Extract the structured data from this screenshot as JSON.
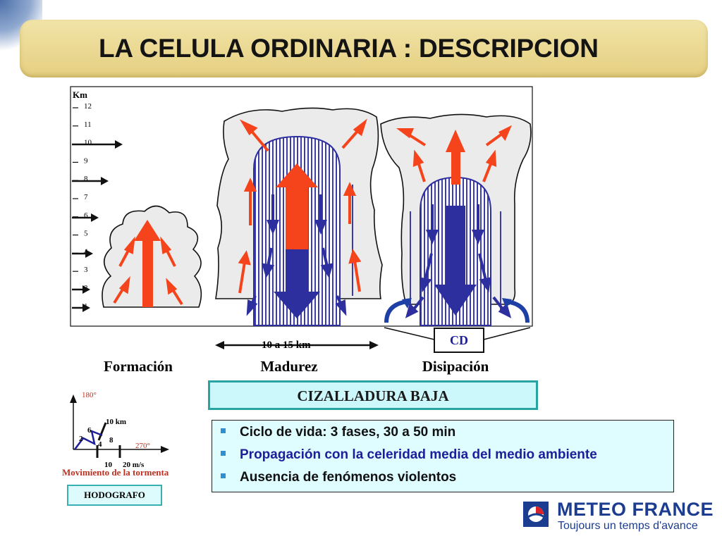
{
  "title": "LA CELULA ORDINARIA : DESCRIPCION",
  "altitude": {
    "unit": "Km",
    "ticks": [
      "12",
      "11",
      "10",
      "9",
      "8",
      "7",
      "6",
      "5",
      "4",
      "3",
      "2",
      "1"
    ]
  },
  "width_label": "10 a 15 km",
  "cd_label": "CD",
  "phases": [
    "Formación",
    "Madurez",
    "Disipación"
  ],
  "shear_label": "CIZALLADURA BAJA",
  "bullets": [
    "Ciclo de vida: 3 fases, 30 a 50 min",
    "Propagación con la celeridad media del medio ambiente",
    "Ausencia de fenómenos violentos"
  ],
  "hodograph": {
    "north_label": "180°",
    "east_label": "270°",
    "scale_label": "10 km",
    "speed_ticks": [
      "10",
      "20 m/s"
    ],
    "altitude_labels": [
      "2",
      "4",
      "6",
      "8"
    ],
    "caption": "Movimiento de la tormenta",
    "box_label": "HODOGRAFO"
  },
  "logo": {
    "name": "METEO FRANCE",
    "tagline": "Toujours un temps d'avance"
  },
  "colors": {
    "updraft": "#f5441c",
    "downdraft": "#2e2f9e",
    "core_fill": "#7d83c8",
    "text_blue": "#1e1e9a"
  }
}
